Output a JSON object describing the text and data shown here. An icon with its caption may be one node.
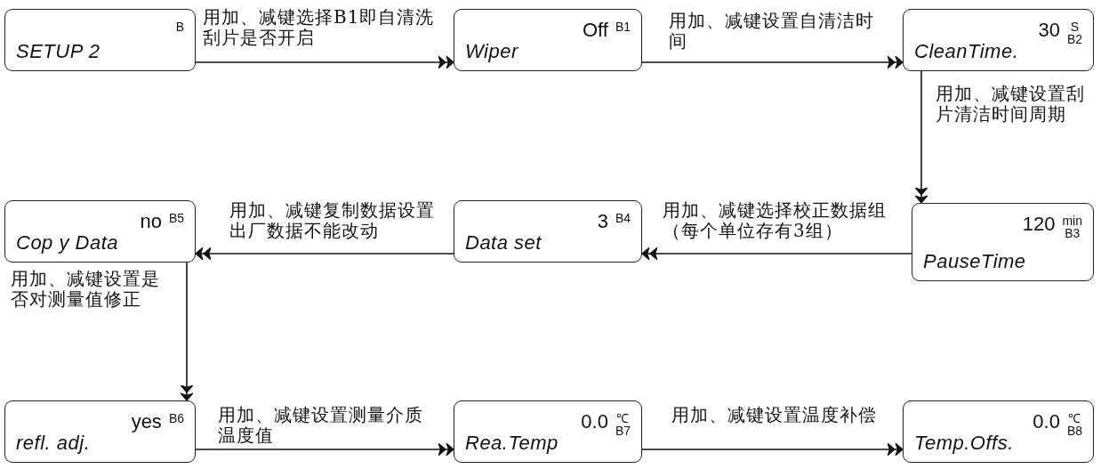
{
  "diagram": {
    "nodes": [
      {
        "text": [
          "B",
          "SETUP 2"
        ]
      },
      {
        "text": [
          "Off",
          "B1",
          "Wiper"
        ]
      },
      {
        "text": [
          "30",
          "S",
          "B2",
          "CleanTime."
        ]
      },
      {
        "text": [
          "120",
          "min",
          "B3",
          "PauseTime"
        ]
      },
      {
        "text": [
          "3",
          "B4",
          "Data set"
        ]
      },
      {
        "text": [
          "no",
          "B5",
          "Cop y Data"
        ]
      },
      {
        "text": [
          "yes",
          "B6",
          "refl. adj."
        ]
      },
      {
        "text": [
          "0.0",
          "℃",
          "B7",
          "Rea.Temp"
        ]
      },
      {
        "text": [
          "0.0",
          "℃",
          "B8",
          "Temp.Offs."
        ]
      }
    ],
    "edges": [
      {
        "from": 0,
        "to": 1,
        "arrow": "to",
        "label": "用加、减键选择B1即自清洗刮片是否开启"
      },
      {
        "from": 1,
        "to": 2,
        "arrow": "to",
        "label": "用加、减键设置自清洁时间"
      },
      {
        "from": 2,
        "to": 3,
        "arrow": "to",
        "label": "用加、减键设置刮片清洁时间周期"
      },
      {
        "from": 3,
        "to": 4,
        "arrow": "to",
        "label": "用加、减键选择校正数据组（每个单位存有3组）"
      },
      {
        "from": 4,
        "to": 5,
        "arrow": "to",
        "label": "用加、减键复制数据设置出厂数据不能改动"
      },
      {
        "from": 5,
        "to": 6,
        "arrow": "to",
        "label": "用加、减键设置是否对测量值修正"
      },
      {
        "from": 6,
        "to": 7,
        "arrow": "to",
        "label": "用加、减键设置测量介质温度值"
      },
      {
        "from": 7,
        "to": 8,
        "arrow": "to",
        "label": "用加、减键设置温度补偿"
      }
    ]
  }
}
